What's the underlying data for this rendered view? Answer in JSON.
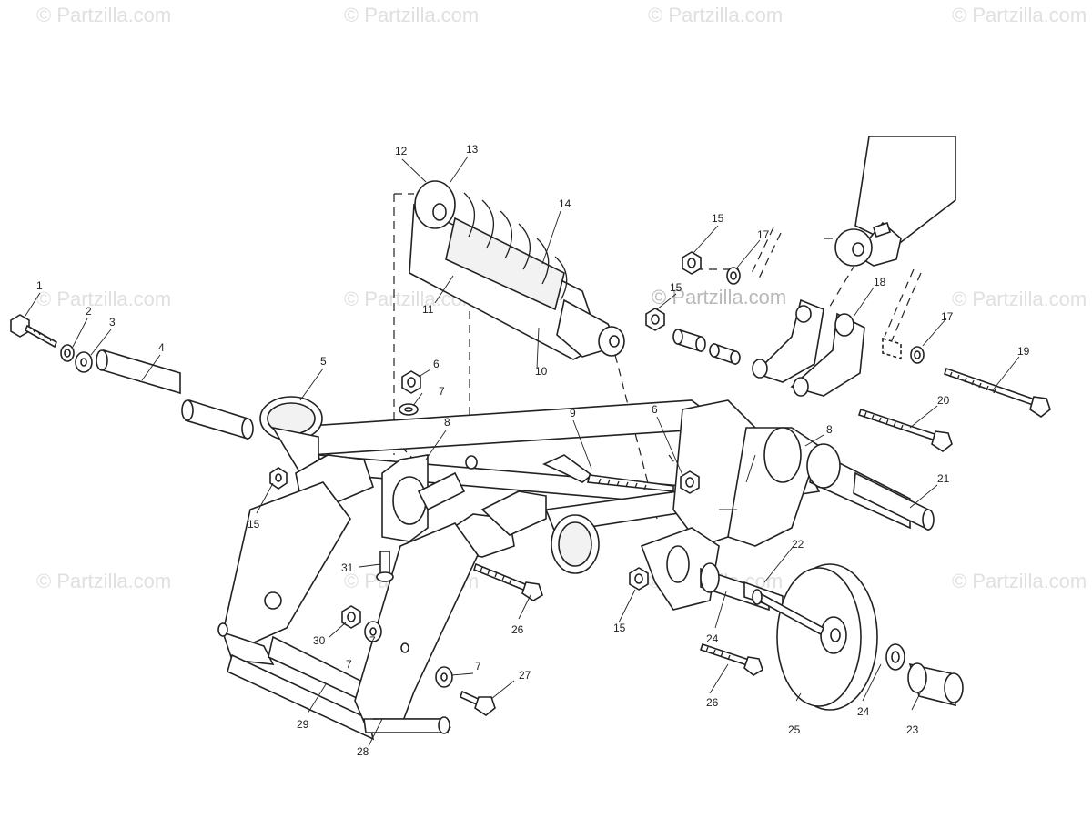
{
  "watermark": {
    "text": "© Partzilla.com",
    "center_text": "© Partzilla.com"
  },
  "callouts": {
    "c1": "1",
    "c2": "2",
    "c3": "3",
    "c4": "4",
    "c5": "5",
    "c6a": "6",
    "c6b": "6",
    "c7a": "7",
    "c7b": "7",
    "c7c": "7",
    "c7d": "7",
    "c8a": "8",
    "c8b": "8",
    "c9": "9",
    "c10": "10",
    "c11": "11",
    "c12": "12",
    "c13": "13",
    "c14": "14",
    "c15a": "15",
    "c15b": "15",
    "c15c": "15",
    "c15d": "15",
    "c17a": "17",
    "c17b": "17",
    "c18": "18",
    "c19": "19",
    "c20": "20",
    "c21": "21",
    "c22": "22",
    "c23": "23",
    "c24a": "24",
    "c24b": "24",
    "c25": "25",
    "c26a": "26",
    "c26b": "26",
    "c27": "27",
    "c28": "28",
    "c29": "29",
    "c30": "30",
    "c31": "31"
  }
}
